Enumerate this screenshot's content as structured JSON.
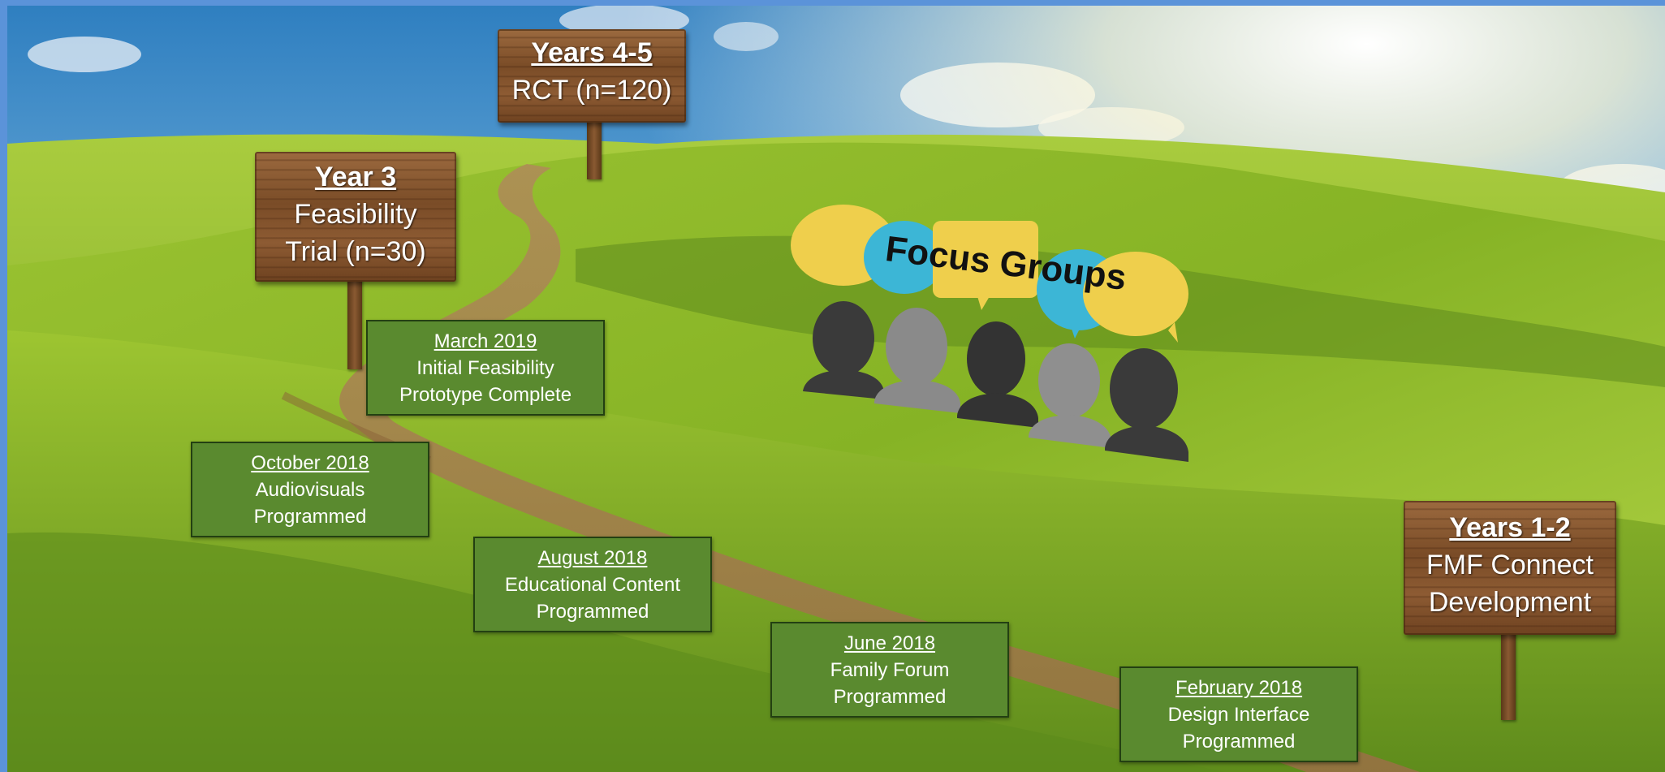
{
  "signs": {
    "years45": {
      "heading": "Years 4-5",
      "line1": "RCT (n=120)"
    },
    "year3": {
      "heading": "Year 3",
      "line1": "Feasibility",
      "line2": "Trial (n=30)"
    },
    "years12": {
      "heading": "Years 1-2",
      "line1": "FMF Connect",
      "line2": "Development"
    }
  },
  "milestones": [
    {
      "date": "March 2019",
      "line1": "Initial Feasibility",
      "line2": "Prototype Complete"
    },
    {
      "date": "October 2018",
      "line1": "Audiovisuals",
      "line2": "Programmed"
    },
    {
      "date": "August 2018",
      "line1": "Educational Content",
      "line2": "Programmed"
    },
    {
      "date": "June 2018",
      "line1": "Family Forum",
      "line2": "Programmed"
    },
    {
      "date": "February 2018",
      "line1": "Design Interface",
      "line2": "Programmed"
    }
  ],
  "focus_groups": {
    "title": "Focus Groups"
  },
  "colors": {
    "frame": "#5b93d9",
    "milestone_green": "#5a8a2f",
    "bubble_yellow": "#efcf4c",
    "bubble_blue": "#3cb6d6"
  }
}
